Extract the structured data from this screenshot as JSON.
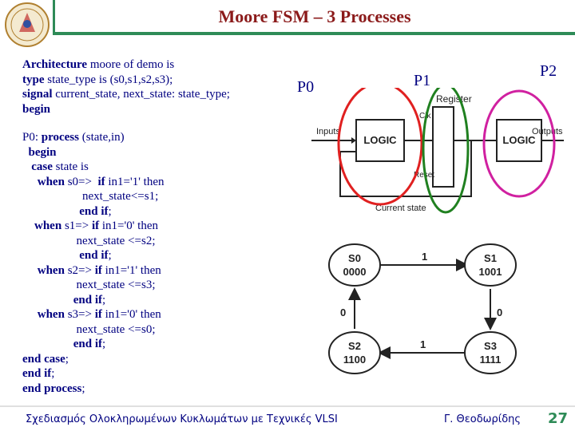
{
  "slide": {
    "title": "Moore FSM – 3 Processes",
    "architecture": [
      {
        "kw": "Architecture",
        "rest": " moore of demo is"
      },
      {
        "kw": "type",
        "rest": " state_type is (s0,s1,s2,s3);"
      },
      {
        "kw": "signal",
        "rest": " current_state, next_state: state_type;"
      },
      {
        "kw": "begin",
        "rest": ""
      }
    ],
    "process_lines": [
      {
        "indent": "",
        "kw": "",
        "text": "P0: ",
        "kw2": "process",
        "rest": " (state,in)"
      },
      {
        "indent": "  ",
        "kw": "begin",
        "text": "",
        "kw2": "",
        "rest": ""
      },
      {
        "indent": "   ",
        "kw": "case",
        "text": " state is",
        "kw2": "",
        "rest": ""
      },
      {
        "indent": "     ",
        "kw": "when",
        "text": " s0=>  ",
        "kw2": "if",
        "rest": " in1='1' then"
      },
      {
        "indent": "                    ",
        "kw": "",
        "text": "next_state<=s1;",
        "kw2": "",
        "rest": ""
      },
      {
        "indent": "                   ",
        "kw": "end if",
        "text": ";",
        "kw2": "",
        "rest": ""
      },
      {
        "indent": "    ",
        "kw": "when",
        "text": " s1=> ",
        "kw2": "if",
        "rest": " in1='0' then"
      },
      {
        "indent": "                  ",
        "kw": "",
        "text": "next_state <=s2;",
        "kw2": "",
        "rest": ""
      },
      {
        "indent": "                   ",
        "kw": "end if",
        "text": ";",
        "kw2": "",
        "rest": ""
      },
      {
        "indent": "     ",
        "kw": "when",
        "text": " s2=> ",
        "kw2": "if",
        "rest": " in1='1' then"
      },
      {
        "indent": "                  ",
        "kw": "",
        "text": "next_state <=s3;",
        "kw2": "",
        "rest": ""
      },
      {
        "indent": "                 ",
        "kw": "end if",
        "text": ";",
        "kw2": "",
        "rest": ""
      },
      {
        "indent": "     ",
        "kw": "when",
        "text": " s3=> ",
        "kw2": "if",
        "rest": " in1='0' then"
      },
      {
        "indent": "                  ",
        "kw": "",
        "text": "next_state <=s0;",
        "kw2": "",
        "rest": ""
      },
      {
        "indent": "                 ",
        "kw": "end if",
        "text": ";",
        "kw2": "",
        "rest": ""
      },
      {
        "indent": "",
        "kw": "end case",
        "text": ";",
        "kw2": "",
        "rest": ""
      },
      {
        "indent": "",
        "kw": "end if",
        "text": ";",
        "kw2": "",
        "rest": ""
      },
      {
        "indent": "",
        "kw": "end process",
        "text": ";",
        "kw2": "",
        "rest": ""
      }
    ],
    "process_labels": {
      "p0": "P0",
      "p1": "P1",
      "p2": "P2"
    },
    "block_diagram": {
      "inputs": "Inputs",
      "logic1": "LOGIC",
      "register": "Register",
      "clk": "Clk",
      "reset": "Reset",
      "logic2": "LOGIC",
      "outputs": "Outputs",
      "current_state": "Current state"
    },
    "fsm": {
      "states": [
        {
          "name": "S0",
          "code": "0000"
        },
        {
          "name": "S1",
          "code": "1001"
        },
        {
          "name": "S2",
          "code": "1100"
        },
        {
          "name": "S3",
          "code": "1111"
        }
      ],
      "edge_s0_s1": "1",
      "edge_s1_s2": "0",
      "edge_s2_s3": "1",
      "edge_s3_s0": "0"
    },
    "footer_left": "Σχεδιασμός Ολοκληρωμένων Κυκλωμάτων με Τεχνικές VLSI",
    "footer_right": "Γ. Θεοδωρίδης",
    "page_number": "27",
    "colors": {
      "title": "#8b1a1a",
      "text": "#000080",
      "accent": "#2e8b57",
      "p0_circle": "#e02020",
      "p1_circle": "#208020",
      "p2_circle": "#d020a0"
    }
  }
}
